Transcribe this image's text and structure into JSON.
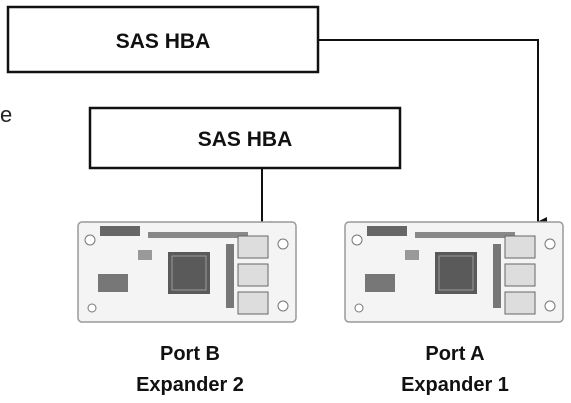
{
  "hba_boxes": [
    {
      "label": "SAS HBA"
    },
    {
      "label": "SAS HBA"
    }
  ],
  "expanders": [
    {
      "port": "Port B",
      "name": "Expander 2"
    },
    {
      "port": "Port A",
      "name": "Expander 1"
    }
  ],
  "edge_fragment": "e"
}
